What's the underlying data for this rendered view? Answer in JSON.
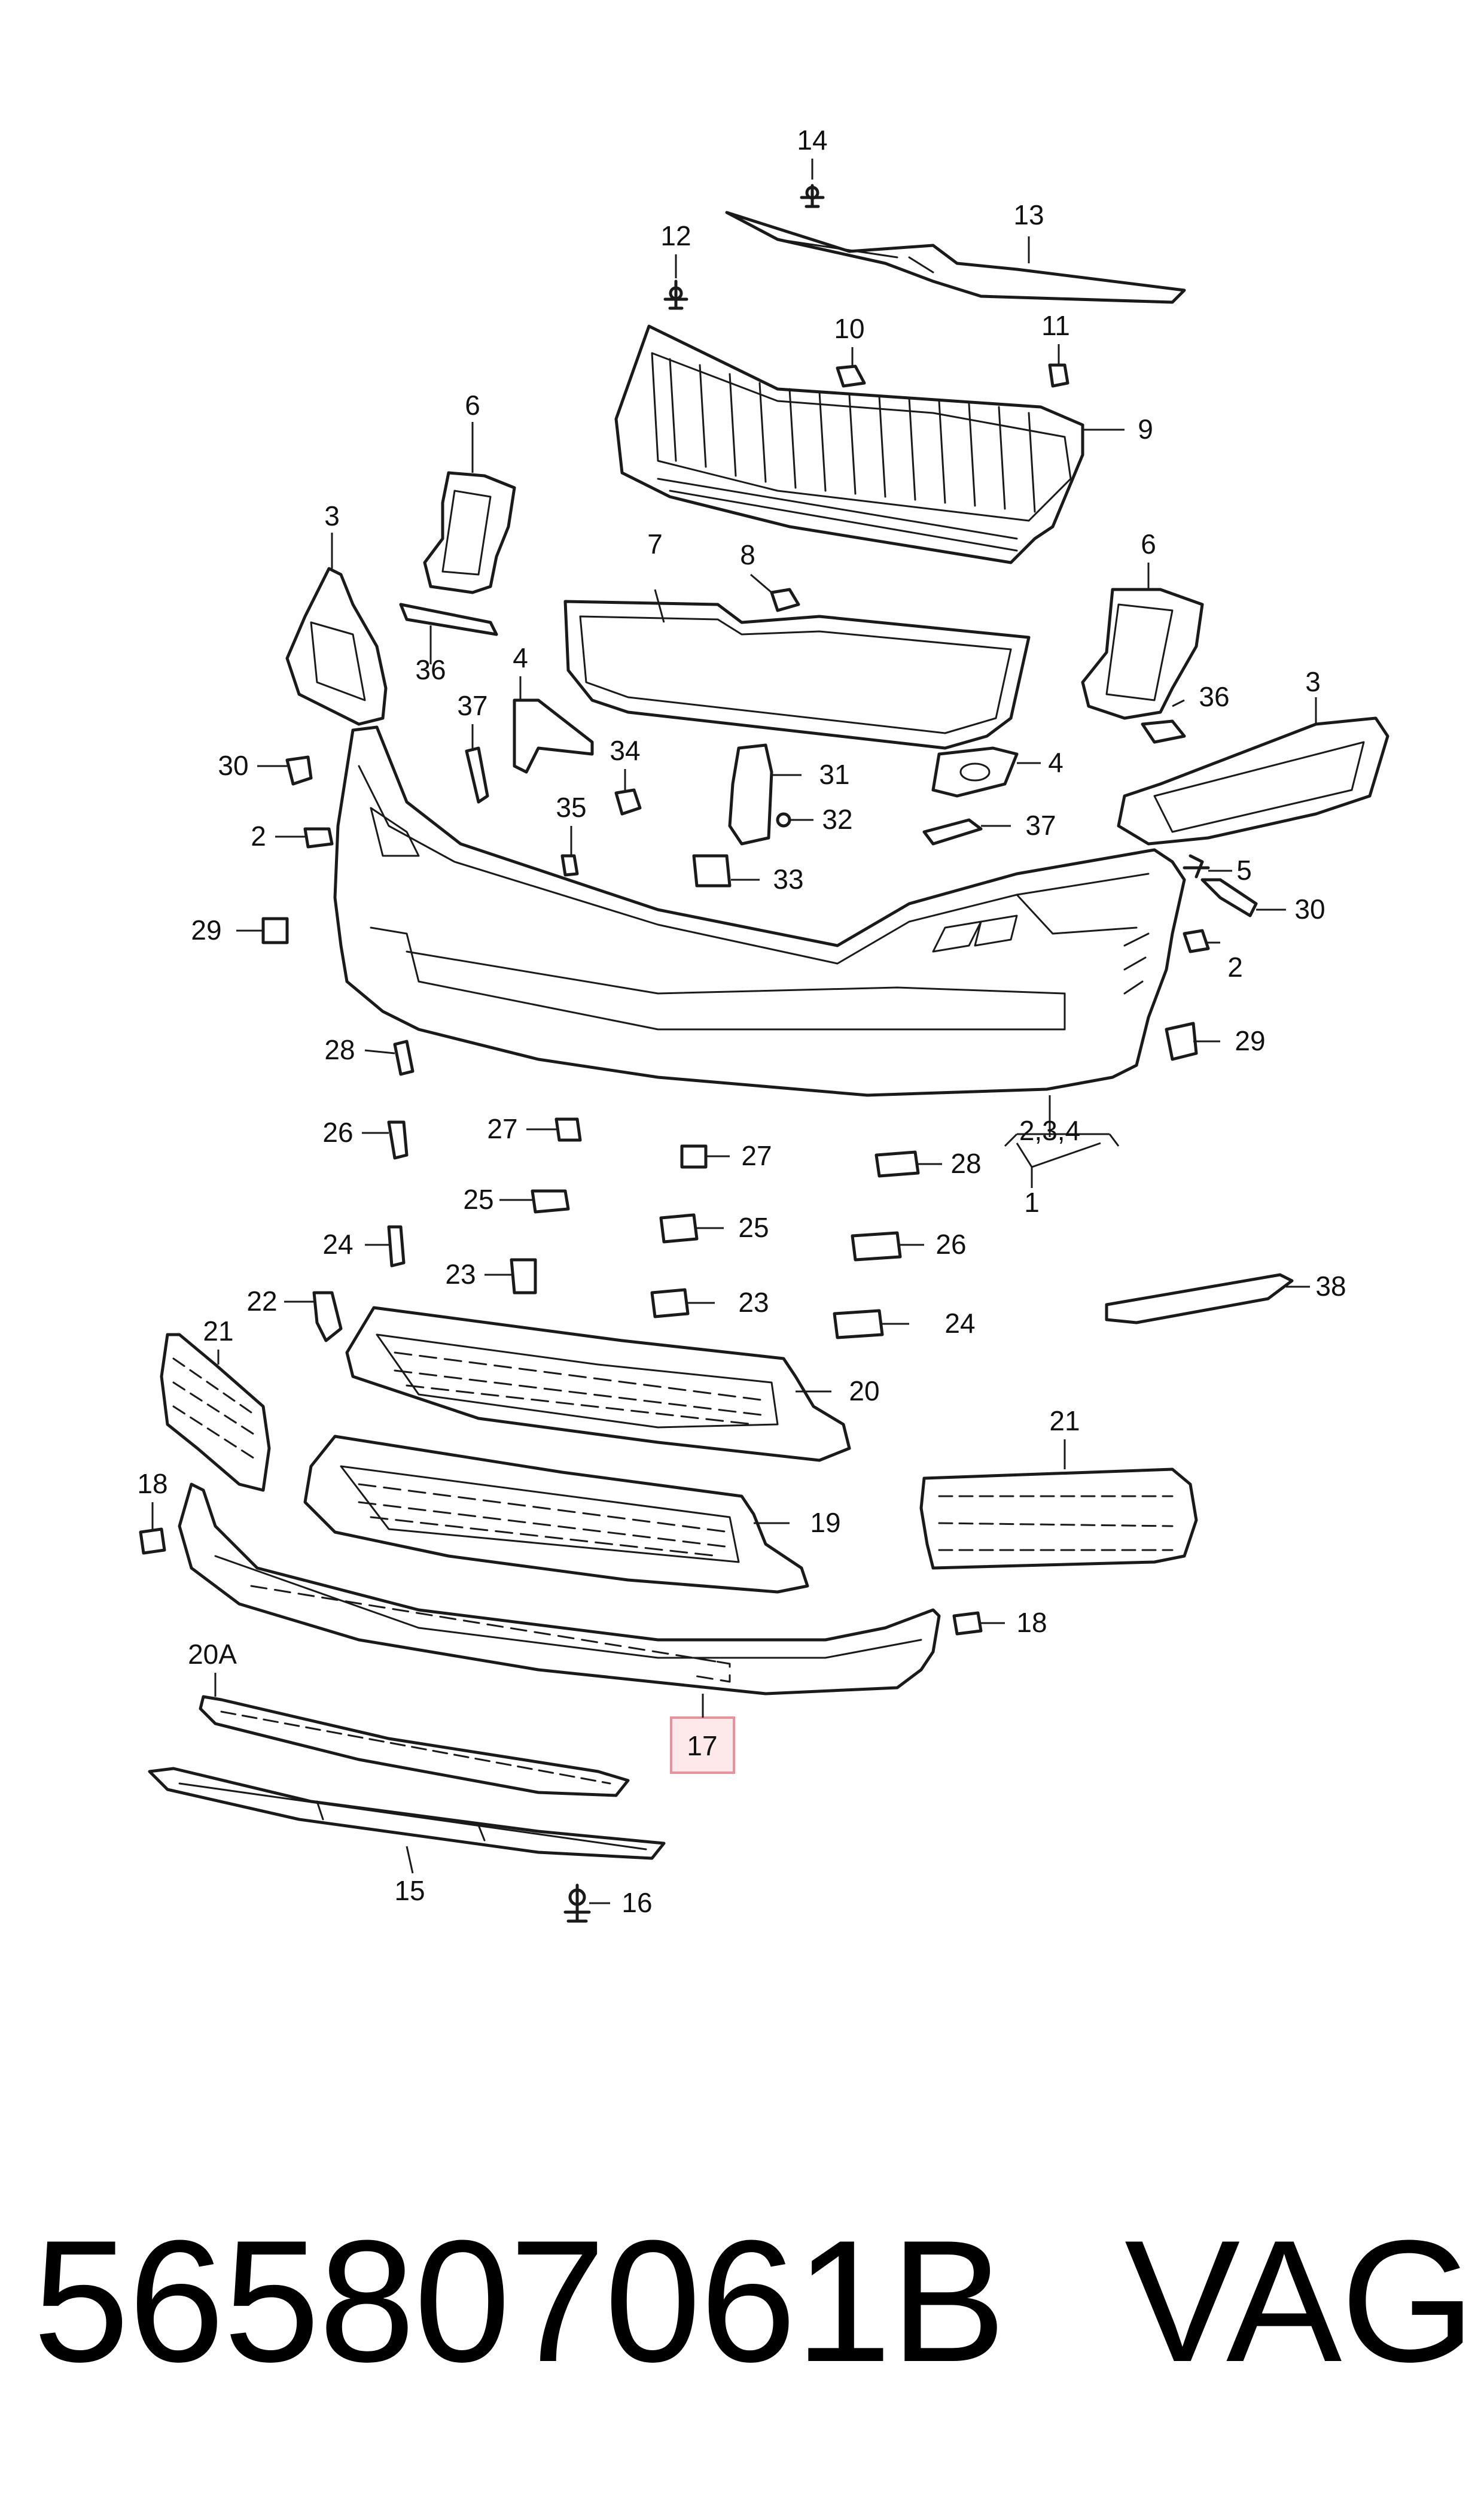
{
  "callouts": {
    "c1": "1",
    "c2a": "2",
    "c2b": "2",
    "c234": "2,3,4",
    "c3a": "3",
    "c3b": "3",
    "c4a": "4",
    "c4b": "4",
    "c5": "5",
    "c6a": "6",
    "c6b": "6",
    "c7": "7",
    "c8": "8",
    "c9": "9",
    "c10": "10",
    "c11": "11",
    "c12": "12",
    "c13": "13",
    "c14": "14",
    "c15": "15",
    "c16": "16",
    "c17": "17",
    "c18a": "18",
    "c18b": "18",
    "c19": "19",
    "c20": "20",
    "c20a": "20A",
    "c21a": "21",
    "c21b": "21",
    "c22": "22",
    "c23a": "23",
    "c23b": "23",
    "c24a": "24",
    "c24b": "24",
    "c25a": "25",
    "c25b": "25",
    "c26a": "26",
    "c26b": "26",
    "c27a": "27",
    "c27b": "27",
    "c28a": "28",
    "c28b": "28",
    "c29a": "29",
    "c29b": "29",
    "c30a": "30",
    "c30b": "30",
    "c31": "31",
    "c32": "32",
    "c33": "33",
    "c34": "34",
    "c35": "35",
    "c36a": "36",
    "c36b": "36",
    "c37a": "37",
    "c37b": "37",
    "c38": "38"
  },
  "highlight": {
    "part": "17",
    "color": "#e8919a",
    "fill": "#fde8ea"
  },
  "footer": {
    "part_number": "565807061B",
    "brand": "VAG"
  }
}
